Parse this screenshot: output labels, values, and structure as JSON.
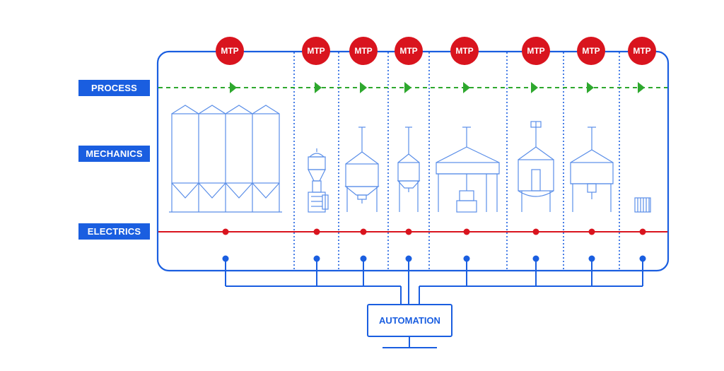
{
  "labels": {
    "process": "PROCESS",
    "mechanics": "MECHANICS",
    "electrics": "ELECTRICS",
    "automation": "AUTOMATION"
  },
  "modules": [
    {
      "name": "silos",
      "tag": "MTP"
    },
    {
      "name": "mixer",
      "tag": "MTP"
    },
    {
      "name": "mash-tun",
      "tag": "MTP"
    },
    {
      "name": "lauter-tank",
      "tag": "MTP"
    },
    {
      "name": "lauter-tun",
      "tag": "MTP"
    },
    {
      "name": "kettle",
      "tag": "MTP"
    },
    {
      "name": "whirlpool",
      "tag": "MTP"
    },
    {
      "name": "heat-exchanger",
      "tag": "MTP"
    }
  ],
  "colors": {
    "frame": "#1a5ee0",
    "process_line": "#2ea82e",
    "electrics_line": "#d9141e",
    "mtp": "#d9141e",
    "equipment": "#5a8ee8"
  }
}
